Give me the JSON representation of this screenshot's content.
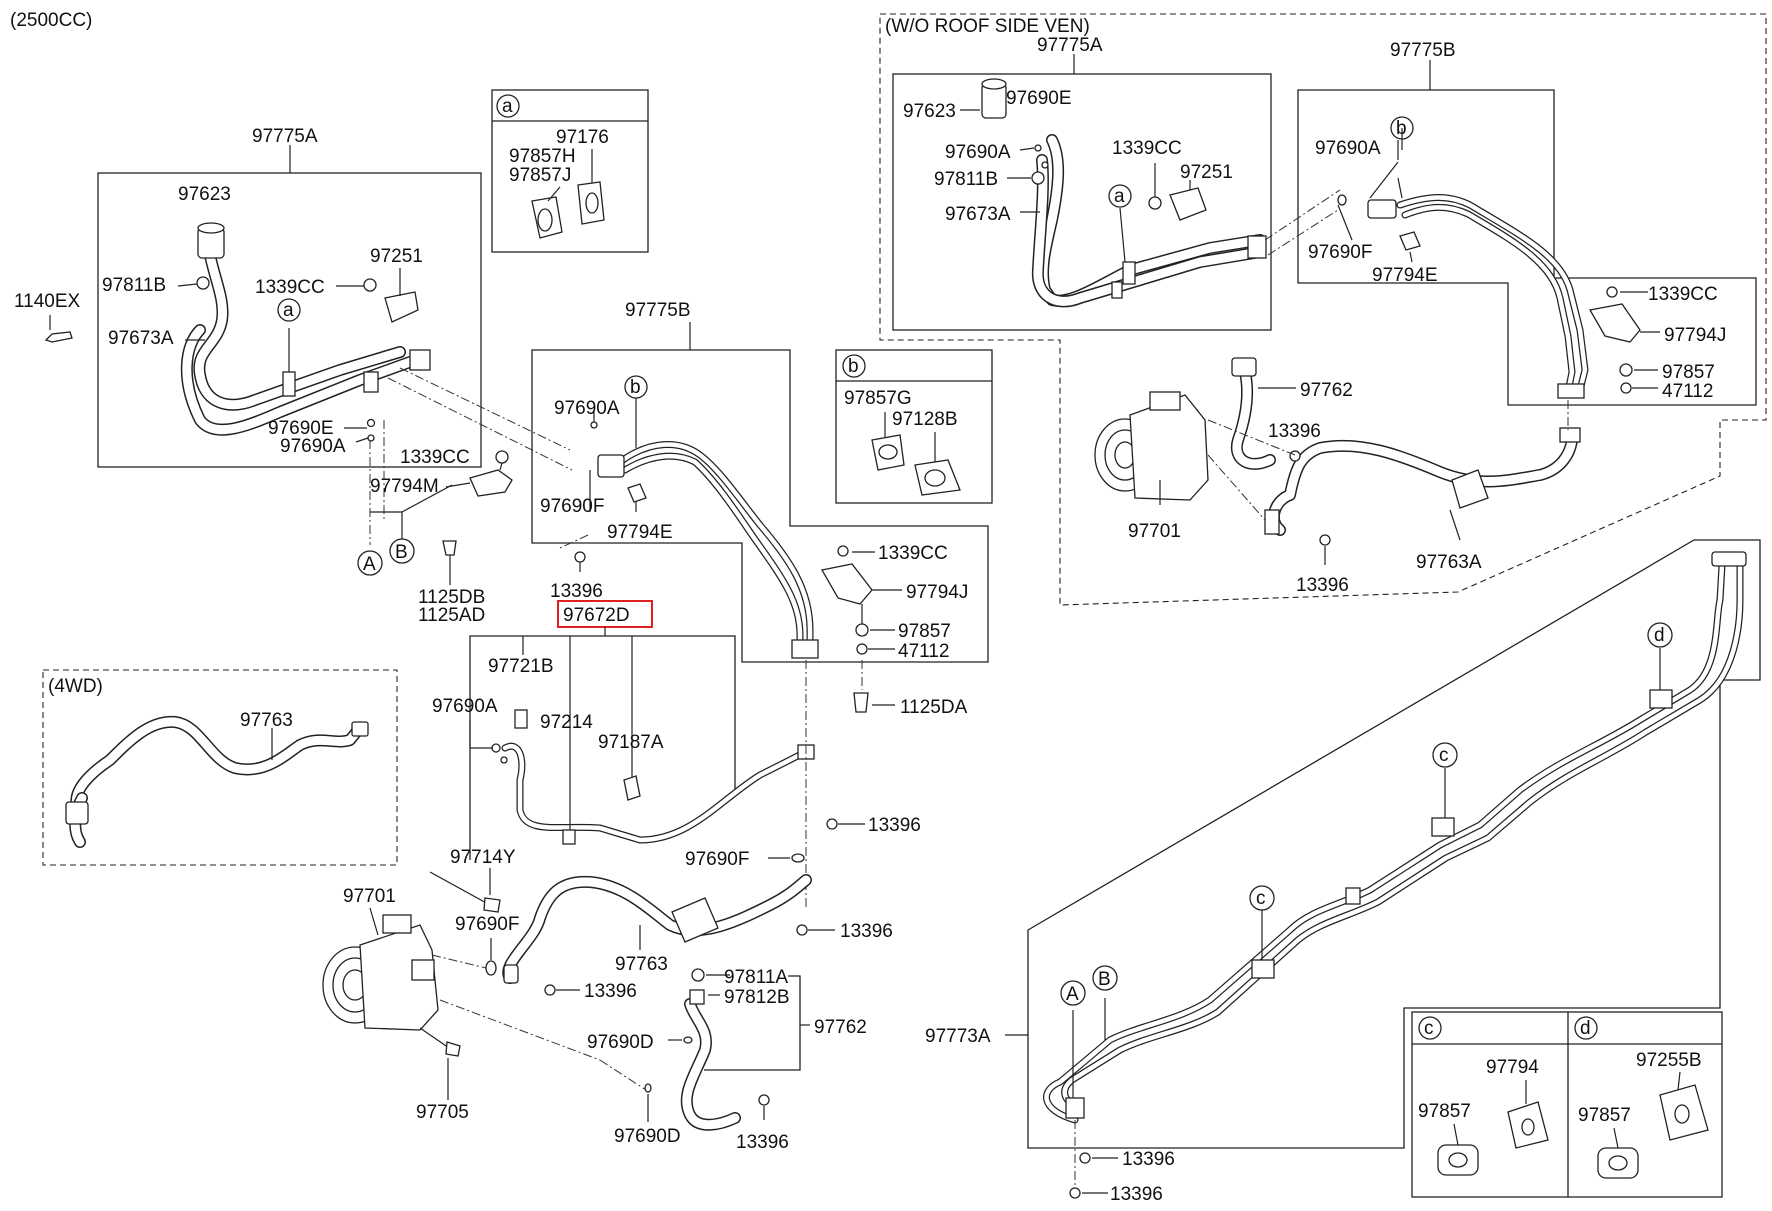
{
  "variants": {
    "engine": "(2500CC)",
    "four_wd": "(4WD)",
    "wo_roof": "(W/O ROOF SIDE VEN)"
  },
  "highlight": {
    "part": "97672D",
    "color": "#e02020"
  },
  "callouts": {
    "a": "a",
    "b": "b",
    "c": "c",
    "d": "d",
    "A": "A",
    "B": "B"
  },
  "parts": {
    "p97775A_main": "97775A",
    "p97623_main": "97623",
    "p1140EX": "1140EX",
    "p97811B_main": "97811B",
    "p1339CC_main": "1339CC",
    "p97251_main": "97251",
    "p97673A_main": "97673A",
    "p97690E_main": "97690E",
    "p97690A_main": "97690A",
    "p1339CC_b": "1339CC",
    "p97794M": "97794M",
    "p1125DB": "1125DB",
    "p1125AD": "1125AD",
    "inset_a_97176": "97176",
    "inset_a_97857H": "97857H",
    "inset_a_97857J": "97857J",
    "p97775B_main": "97775B",
    "p97690A_b": "97690A",
    "p97690F_b": "97690F",
    "p97794E_b": "97794E",
    "p13396_b": "13396",
    "p1339CC_c": "1339CC",
    "p97794J_c": "97794J",
    "p97857_c": "97857",
    "p47112_c": "47112",
    "p1125DA": "1125DA",
    "inset_b_97857G": "97857G",
    "inset_b_97128B": "97128B",
    "p97672D": "97672D",
    "p97721B": "97721B",
    "p97690A_d": "97690A",
    "p97214": "97214",
    "p97187A": "97187A",
    "p13396_d": "13396",
    "p97690F_d": "97690F",
    "p13396_e": "13396",
    "p97763_4wd": "97763",
    "p97714Y": "97714Y",
    "p97701_main": "97701",
    "p97690F_e": "97690F",
    "p97763_main": "97763",
    "p13396_f": "13396",
    "p97811A": "97811A",
    "p97812B": "97812B",
    "p97762_main": "97762",
    "p97690D_a": "97690D",
    "p97705": "97705",
    "p97690D_b": "97690D",
    "p13396_g": "13396",
    "w_97775A": "97775A",
    "w_97623": "97623",
    "w_97690E": "97690E",
    "w_97690A": "97690A",
    "w_97811B": "97811B",
    "w_97673A": "97673A",
    "w_1339CC": "1339CC",
    "w_97251": "97251",
    "w_97775B": "97775B",
    "w_97690A_2": "97690A",
    "w_97690F": "97690F",
    "w_97794E": "97794E",
    "w_1339CC_2": "1339CC",
    "w_97794J": "97794J",
    "w_97857": "97857",
    "w_47112": "47112",
    "w_97762": "97762",
    "w_13396": "13396",
    "w_97701": "97701",
    "w_13396_2": "13396",
    "w_97763A": "97763A",
    "p97773A": "97773A",
    "p13396_h": "13396",
    "p13396_i": "13396",
    "inset_c_97794": "97794",
    "inset_c_97857": "97857",
    "inset_d_97255B": "97255B",
    "inset_d_97857": "97857"
  }
}
